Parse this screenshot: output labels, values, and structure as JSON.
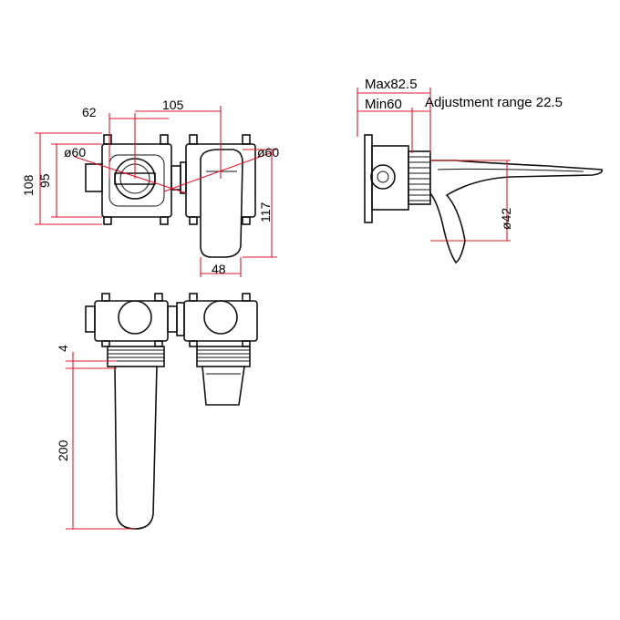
{
  "diagram": {
    "colors": {
      "line": "#111111",
      "dimension": "#e0182d",
      "background": "#ffffff"
    },
    "front_view": {
      "dim_62": "62",
      "dim_105": "105",
      "dim_108": "108",
      "dim_95": "95",
      "dim_117": "117",
      "dim_48": "48",
      "dia_left": "ø60",
      "dia_right": "ø60"
    },
    "side_view": {
      "max": "Max82.5",
      "min": "Min60",
      "adjustment": "Adjustment range 22.5",
      "dia": "ø42"
    },
    "top_view": {
      "dim_4": "4",
      "dim_200": "200"
    }
  }
}
